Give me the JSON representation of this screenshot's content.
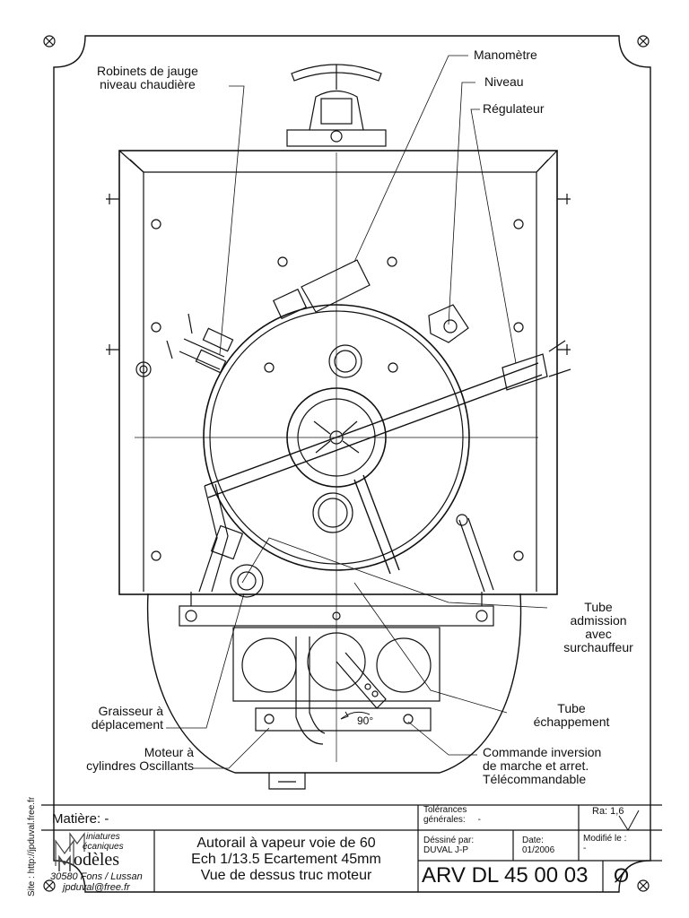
{
  "callouts": {
    "robinets": [
      "Robinets de jauge",
      "niveau chaudière"
    ],
    "manometre": "Manomètre",
    "niveau": "Niveau",
    "regulateur": "Régulateur",
    "tube_admission": [
      "Tube",
      "admission",
      "avec",
      "surchauffeur"
    ],
    "tube_echappement": [
      "Tube",
      "échappement"
    ],
    "graisseur": [
      "Graisseur à",
      "déplacement"
    ],
    "moteur": [
      "Moteur à",
      "cylindres Oscillants"
    ],
    "commande": [
      "Commande inversion",
      "de marche et arret.",
      "Télécommandable"
    ],
    "angle": "90°"
  },
  "title_block": {
    "matiere_label": "Matière:",
    "matiere_value": "-",
    "tolerances_label": [
      "Tolérances",
      "générales:"
    ],
    "tolerances_value": "-",
    "ra_label": "Ra: 1,6",
    "title_lines": [
      "Autorail à vapeur voie de 60",
      "Ech 1/13.5 Ecartement 45mm",
      "Vue de dessus truc moteur"
    ],
    "dessine_label": "Déssiné par:",
    "dessine_value": "DUVAL J-P",
    "date_label": "Date:",
    "date_value": "01/2006",
    "modifie_label": "Modifié le :",
    "modifie_value": "-",
    "drawing_number": "ARV DL 45 00 03",
    "diameter_symbol": "Ø"
  },
  "logo": {
    "line1": "iniatures",
    "line2": "écaniques",
    "line3": "odèles",
    "address": "30580 Fons / Lussan",
    "email": "jpduval@free.fr"
  },
  "side_text": "Site : http://jpduval.free.fr"
}
